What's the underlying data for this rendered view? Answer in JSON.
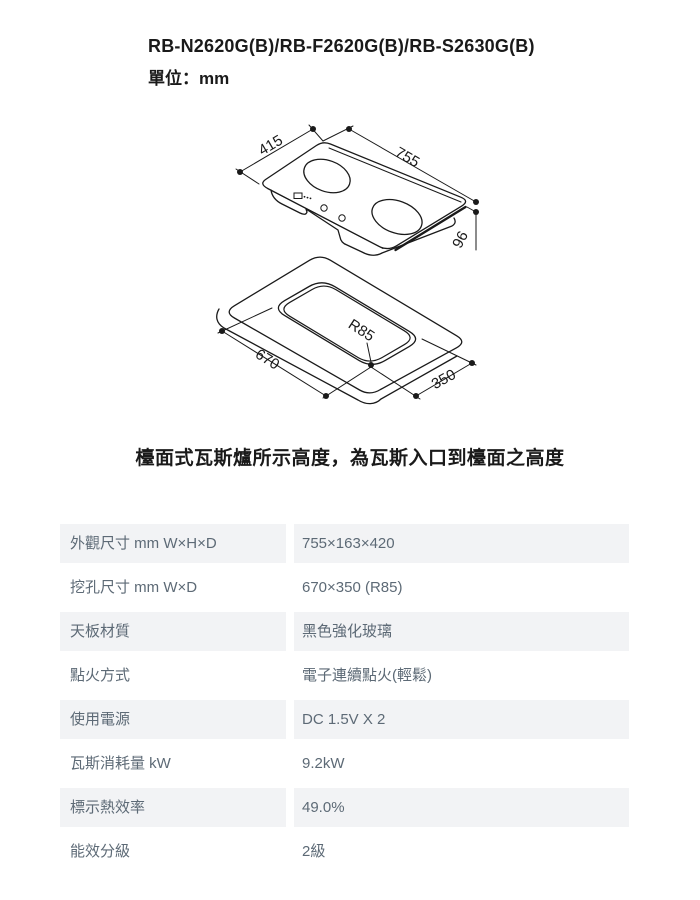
{
  "page": {
    "title": "RB-N2620G(B)/RB-F2620G(B)/RB-S2630G(B)",
    "unit_label": "單位：mm",
    "caption": "檯面式瓦斯爐所示高度，為瓦斯入口到檯面之高度"
  },
  "diagram": {
    "top_depth": "415",
    "top_width": "755",
    "inlet_height": "96",
    "cutout_radius": "R85",
    "cutout_width": "670",
    "cutout_depth": "350"
  },
  "spec_table": {
    "rows": [
      {
        "label": "外觀尺寸 mm W×H×D",
        "value": "755×163×420"
      },
      {
        "label": "挖孔尺寸 mm W×D",
        "value": "670×350 (R85)"
      },
      {
        "label": "天板材質",
        "value": "黑色強化玻璃"
      },
      {
        "label": "點火方式",
        "value": "電子連續點火(輕鬆)"
      },
      {
        "label": "使用電源",
        "value": "DC 1.5V X 2"
      },
      {
        "label": "瓦斯消耗量 kW",
        "value": "9.2kW"
      },
      {
        "label": "標示熱效率",
        "value": "49.0%"
      },
      {
        "label": "能效分級",
        "value": "2級"
      }
    ]
  },
  "colors": {
    "row_shaded_bg": "#f2f3f5",
    "table_text": "#5d6a76",
    "heading_text": "#1a1a1a",
    "line_color": "#1a1a1a"
  }
}
